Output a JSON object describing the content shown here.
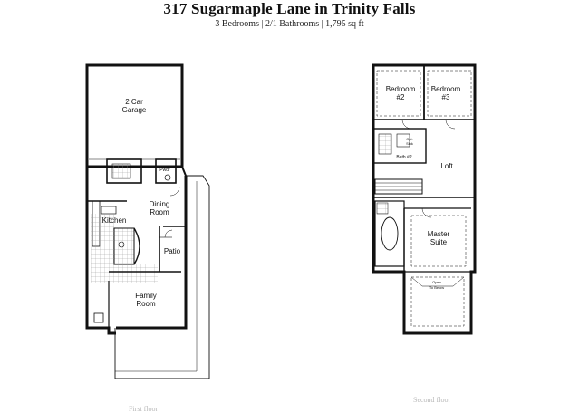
{
  "header": {
    "title": "317 Sugarmaple Lane in Trinity Falls",
    "subtitle": "3 Bedrooms | 2/1 Bathrooms | 1,795 sq ft"
  },
  "first_floor": {
    "label": "First floor",
    "rooms": {
      "garage_line1": "2 Car",
      "garage_line2": "Garage",
      "powder": "Pwdr",
      "dining_line1": "Dining",
      "dining_line2": "Room",
      "kitchen": "Kitchen",
      "patio": "Patio",
      "family_line1": "Family",
      "family_line2": "Room"
    }
  },
  "second_floor": {
    "label": "Second floor",
    "rooms": {
      "bed2_line1": "Bedroom",
      "bed2_line2": "#2",
      "bed3_line1": "Bedroom",
      "bed3_line2": "#3",
      "opt_sink_line1": "Opt.",
      "opt_sink_line2": "Sink",
      "bath2": "Bath #2",
      "loft": "Loft",
      "master_line1": "Master",
      "master_line2": "Suite",
      "open_line1": "Open",
      "open_line2": "To Below"
    }
  }
}
